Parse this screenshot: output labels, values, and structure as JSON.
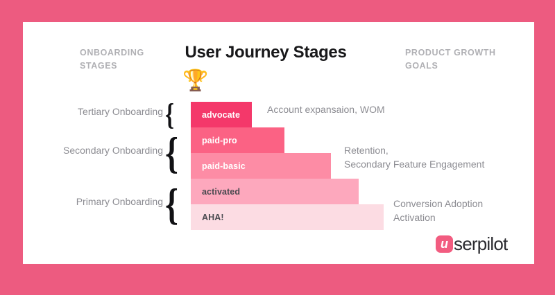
{
  "canvas": {
    "border_color": "#ed5b80",
    "panel_color": "#ffffff"
  },
  "headers": {
    "left": "ONBOARDING\nSTAGES",
    "title": "User Journey Stages",
    "right": "PRODUCT GROWTH\nGOALS"
  },
  "decor": {
    "trophy_icon": "🏆"
  },
  "chart_data": {
    "type": "bar",
    "title": "User Journey Stages",
    "xlabel": "",
    "ylabel": "",
    "orientation": "horizontal",
    "grid": false,
    "legend": "none",
    "note": "Inverted funnel of user journey stages; bar length grows toward the bottom (earliest stage widest).",
    "categories": [
      "advocate",
      "paid-pro",
      "paid-basic",
      "activated",
      "AHA!"
    ],
    "values": [
      88,
      135,
      202,
      242,
      278
    ],
    "colors": [
      "#f4386a",
      "#fb6284",
      "#fd8ca5",
      "#fda8bd",
      "#fcdce3"
    ],
    "label_colors": [
      "#ffffff",
      "#ffffff",
      "#ffffff",
      "#4a4a50",
      "#4a4a50"
    ]
  },
  "stages": [
    {
      "label": "Tertiary Onboarding",
      "brace": "{"
    },
    {
      "label": "Secondary Onboarding",
      "brace": "{"
    },
    {
      "label": "Primary Onboarding",
      "brace": "{"
    }
  ],
  "goals": [
    {
      "text": "Account expansaion, WOM"
    },
    {
      "text": "Retention,\nSecondary Feature Engagement"
    },
    {
      "text": "Conversion Adoption\nActivation"
    }
  ],
  "logo": {
    "mark": "u",
    "word": "serpilot"
  }
}
